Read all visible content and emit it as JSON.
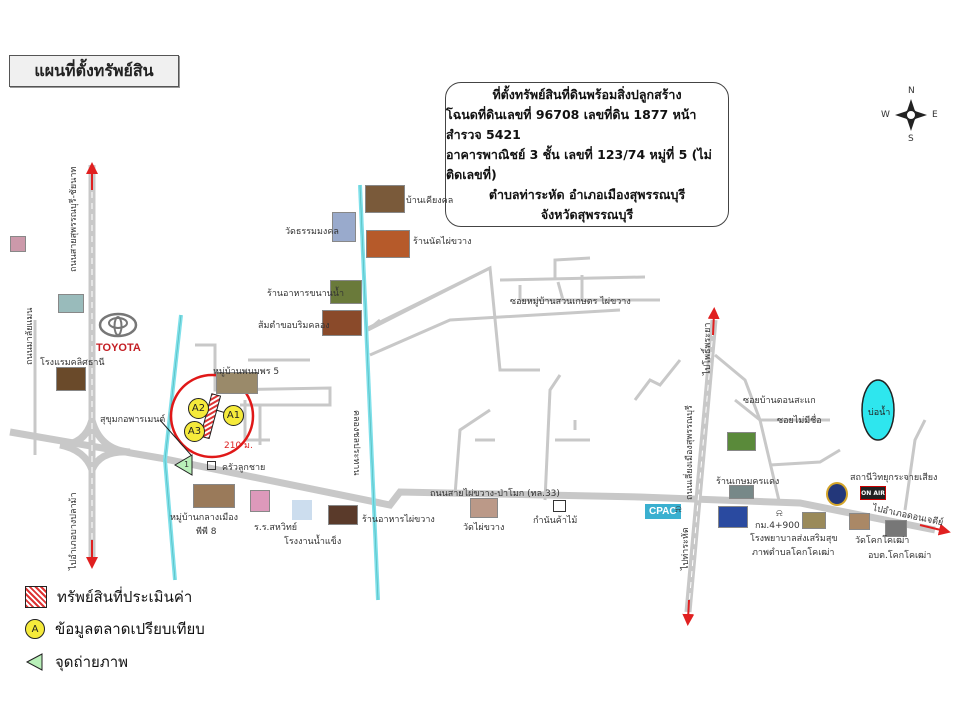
{
  "header": {
    "title": "แผนที่ตั้งทรัพย์สิน"
  },
  "info": {
    "lines": [
      "ที่ตั้งทรัพย์สินที่ดินพร้อมสิ่งปลูกสร้าง",
      "โฉนดที่ดินเลขที่ 96708 เลขที่ดิน 1877 หน้าสำรวจ 5421",
      "อาคารพาณิชย์ 3 ชั้น  เลขที่ 123/74  หมู่ที่ 5 (ไม่ติดเลขที่)",
      "ตำบลท่าระหัด อำเภอเมืองสุพรรณบุรี",
      "จังหวัดสุพรรณบุรี"
    ]
  },
  "compass": {
    "n": "N",
    "s": "S",
    "e": "E",
    "w": "W"
  },
  "brand": {
    "toyota": "TOYOTA",
    "cpac": "CPAC",
    "onair": "ON AIR"
  },
  "labels": {
    "road_left_top": "ถนนสายสุพรรณบุรี-ชัยนาท",
    "road_left_bottom": "ไปอำเภอบางปลาม้า",
    "road_left_side": "ถนนมาลัยแมน",
    "road_mid": "ถนนสายไผ่ขวาง-ป่าโมก (ทล.33)",
    "road_right": "ถนนเลี่ยงเมืองสุพรรณบุรี",
    "road_right_top": "ไปโพธิ์พระยา",
    "road_right_bottom": "ไปท่าระหัด",
    "canal": "คลองชลประทาน",
    "to_east": "ไปอำเภอดอนเจดีย์",
    "baan_mueang": "บ้านเคียงคล",
    "wat_thammamongkol": "วัดธรรมมงคล",
    "raan_nat": "ร้านนัดไผ่ขวาง",
    "raan_kanom": "ร้านอาหารขนานน้ำ",
    "tomyam": "ส้มตำขอบริมคลอง",
    "soi_suan": "ซอยหมู่บ้านสวนเกษตร ไผ่ขวาง",
    "hotel": "โรงแรมคลิศธานี",
    "village5": "หมู่บ้านพนมพร 5",
    "sukhum": "สุขุมกอพารเมนต์",
    "distance": "210 ม.",
    "kruajukchai": "ครัวลูกชาย",
    "village_klang": "หมู่บ้านกลางเมือง",
    "village_klang2": "พีพี 8",
    "school": "ร.ร.สหวิทย์",
    "icefactory": "โรงงานน้ำแข็ง",
    "raan_phaikhwang": "ร้านอาหารไผ่ขวาง",
    "wat_phaikhwang": "วัดไผ่ขวาง",
    "kamnan": "กำนันค้าไม้",
    "soi_donsanuk": "ซอยบ้านดอนสะแก",
    "soi_noname": "ซอยไม่มีชื่อ",
    "raan_kasem": "ร้านเกษมครแดง",
    "pond": "บ่อน้ำ",
    "radio": "สถานีวิทยุกระจายเสียง",
    "km": "กม.4+900",
    "hospital1": "โรงพยาบาลส่งเสริมสุข",
    "hospital2": "ภาพตำบลโคกโคเฒ่า",
    "wat_khok": "วัดโคกโคเฒ่า",
    "obt": "อบต.โคกโคเฒ่า",
    "pt1": "1"
  },
  "markers": {
    "a1": "A1",
    "a2": "A2",
    "a3": "A3",
    "a": "A"
  },
  "legend": {
    "subject": "ทรัพย์สินที่ประเมินค่า",
    "comparable": "ข้อมูลตลาดเปรียบเทียบ",
    "photo": "จุดถ่ายภาพ"
  },
  "colors": {
    "road": "#c8c8c8",
    "canal": "#7fe0ea",
    "arrow": "#e02020",
    "circle": "#e01818",
    "marker": "#f5ea3b",
    "pond": "#2ee6ee"
  }
}
